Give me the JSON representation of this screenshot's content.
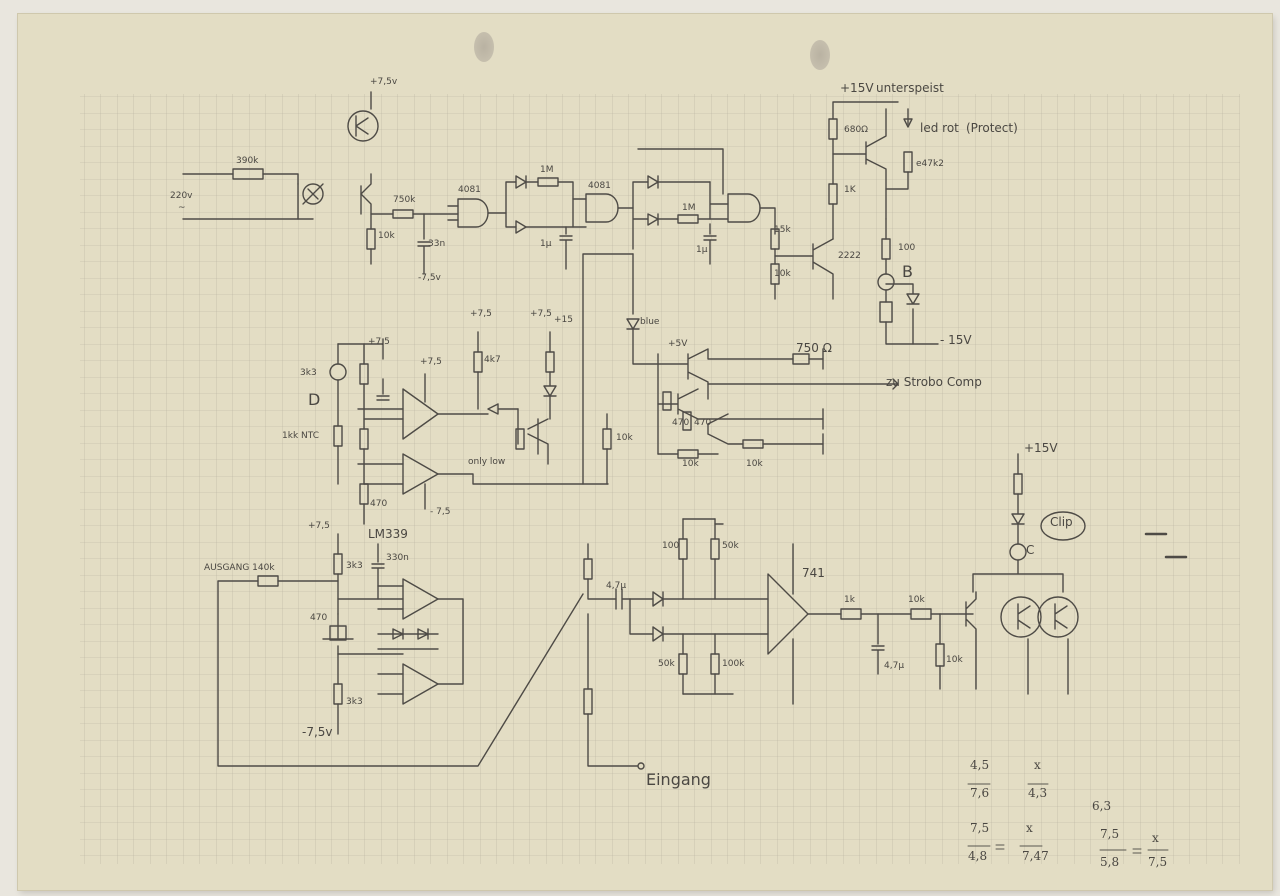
{
  "labels": {
    "v_pos_7_5_top": "+7,5v",
    "r_390k": "390k",
    "volt_220": "220v",
    "volt_220_tilde": "~",
    "r_750k": "750k",
    "r_10k_a": "10k",
    "c_33n": "33n",
    "v_neg_7_5_a": "-7,5v",
    "gate_4081_a": "4081",
    "gate_4081_b": "4081",
    "r_1m_a": "1M",
    "c_1u": "1µ",
    "r_1m_b": "1M",
    "c_1u_b": "1µ",
    "r_15k": "15k",
    "r_10k_b": "10k",
    "t_2222": "2222",
    "v_pos_15": "+15V",
    "unterspeist": "unterspeist",
    "led_rot": "led rot",
    "protect": "(Protect)",
    "r_680": "680Ω",
    "r_e47k2": "e47k2",
    "r_1k": "1K",
    "r_100": "100",
    "label_b": "B",
    "v_neg_15": "- 15V",
    "led_blue": "blue",
    "v_pos_5": "+5V",
    "r_750_ohm": "750 Ω",
    "zu_strobo": "zu Strobo Comp",
    "r_470_a": "470",
    "r_470_b": "470",
    "r_10k_c": "10k",
    "r_10k_d": "10k",
    "v_pos_7_5_b": "+7,5",
    "v_pos_7_5_c": "+7,5",
    "v_pos_15_b": "+15",
    "r_4k7": "4k7",
    "v_pos_7_5_d": "+7,5",
    "r_3k3_a": "3k3",
    "r_1k_ntc": "1kk NTC",
    "label_d": "D",
    "v_pos_7_5_e": "+7,5",
    "r_10k_e": "10k",
    "only_low": "only low",
    "v_neg_7_5_b": "- 7,5",
    "lm339": "LM339",
    "r_470_c": "470",
    "v_pos_7_5_f": "+7,5",
    "ausgang_140k": "AUSGANG 140k",
    "r_3k3_b": "3k3",
    "c_330n": "330n",
    "r_470_d": "470",
    "r_3k3_c": "3k3",
    "v_neg_7_5_c": "-7,5v",
    "c_4u7": "4,7µ",
    "r_100_a": "100",
    "r_50k_a": "50k",
    "r_50k_b": "50k",
    "r_100k": "100k",
    "ic_741": "741",
    "r_1k_b": "1k",
    "r_10k_f": "10k",
    "c_4u7_b": "4,7µ",
    "r_10k_g": "10k",
    "eingang": "Eingang",
    "v_pos_15_c": "+15V",
    "clip": "Clip",
    "label_c": "C",
    "m1_num": "4,5",
    "m1_den": "7,6",
    "m1_xnum": "x",
    "m1_xden": "4,3",
    "m2_num": "7,5",
    "m2_den": "4,8",
    "m2_x": "x",
    "m2_xden": "7,47",
    "m3_top": "6,3",
    "m3_num": "7,5",
    "m3_den": "5,8",
    "m3_xnum": "x",
    "m3_xden": "7,5"
  }
}
